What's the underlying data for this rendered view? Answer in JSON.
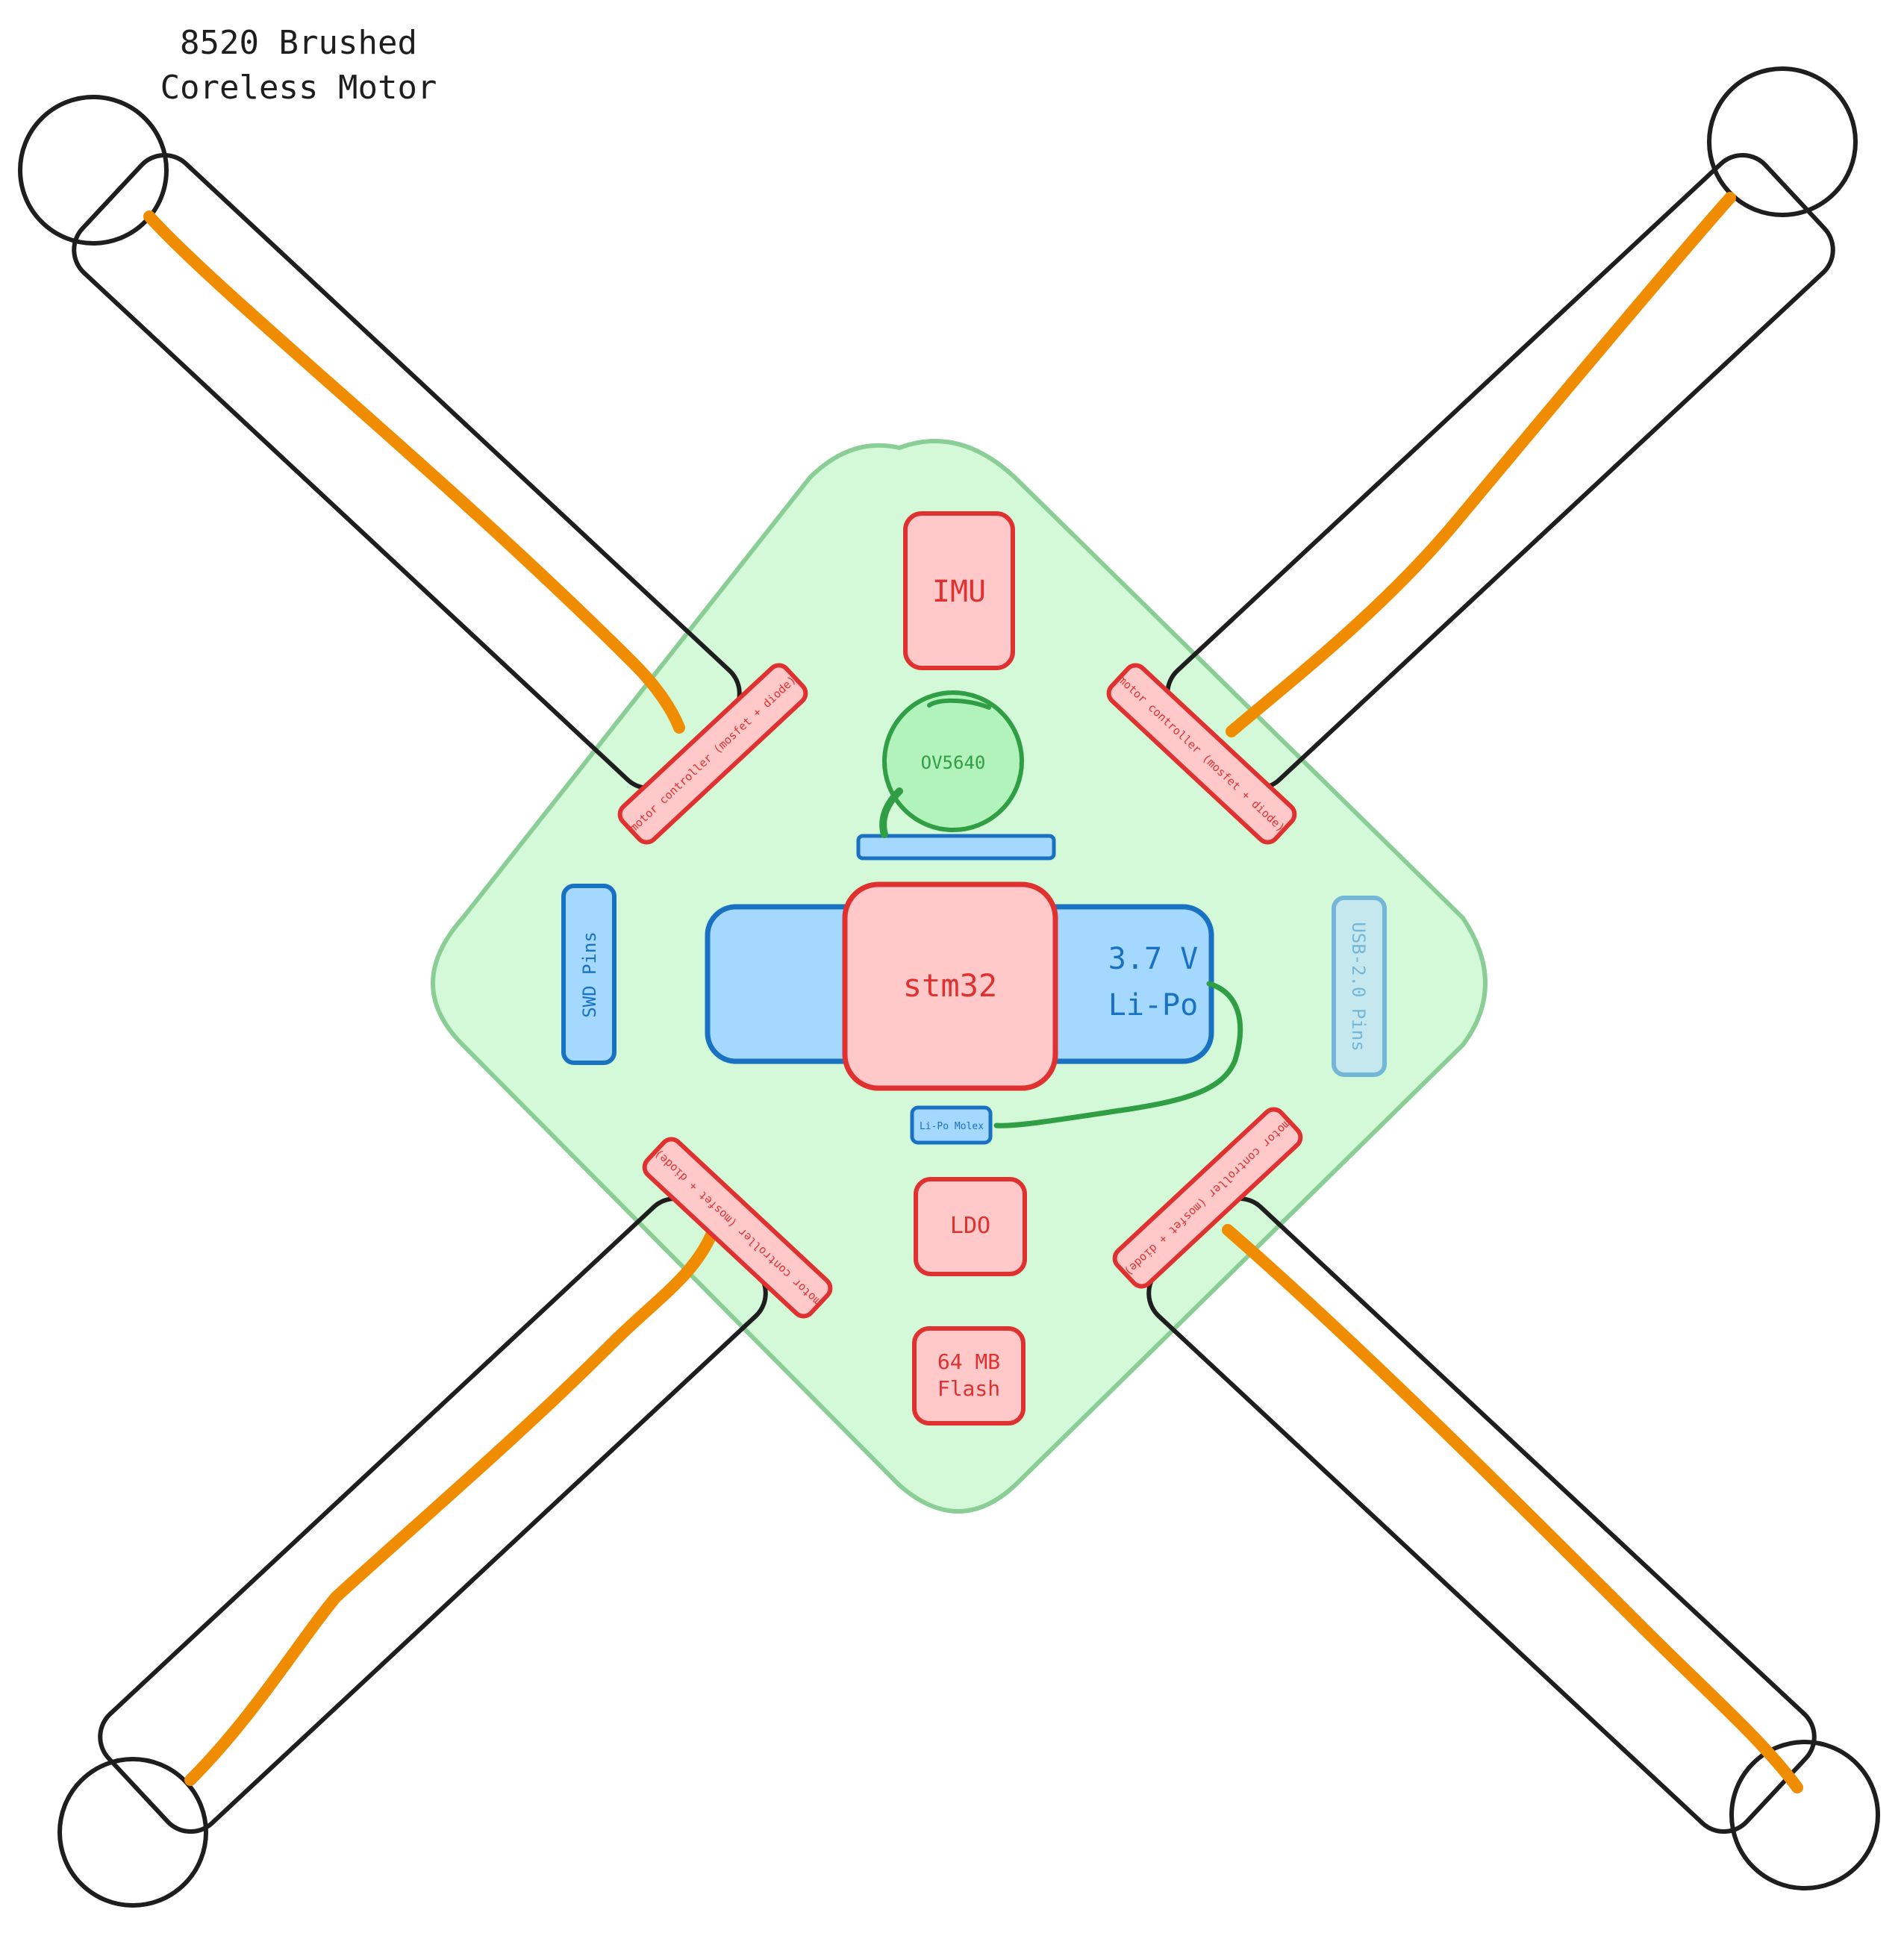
{
  "title": {
    "line1": "8520 Brushed",
    "line2": "Coreless Motor"
  },
  "components": {
    "imu": "IMU",
    "camera": "OV5640",
    "mcu": "stm32",
    "battery_line1": "3.7 V",
    "battery_line2": "Li-Po",
    "swd": "SWD Pins",
    "usb": "USB-2.0 Pins",
    "molex": "Li-Po Molex",
    "ldo": "LDO",
    "flash_line1": "64 MB",
    "flash_line2": "Flash",
    "motor_controller": "motor controller (mosfet + diode)"
  },
  "colors": {
    "board_fill": "#d3f9d8",
    "board_stroke": "#8ace96",
    "red_fill": "#ffc9c9",
    "red_stroke": "#e03131",
    "blue_fill": "#a5d8ff",
    "blue_stroke": "#1971c2",
    "green_fill": "#b2f2bb",
    "green_stroke": "#2f9e44",
    "wire": "#f08c00",
    "outline": "#1e1e1e",
    "usb_fill": "#c5e8ee",
    "usb_stroke": "#74b6d8"
  }
}
